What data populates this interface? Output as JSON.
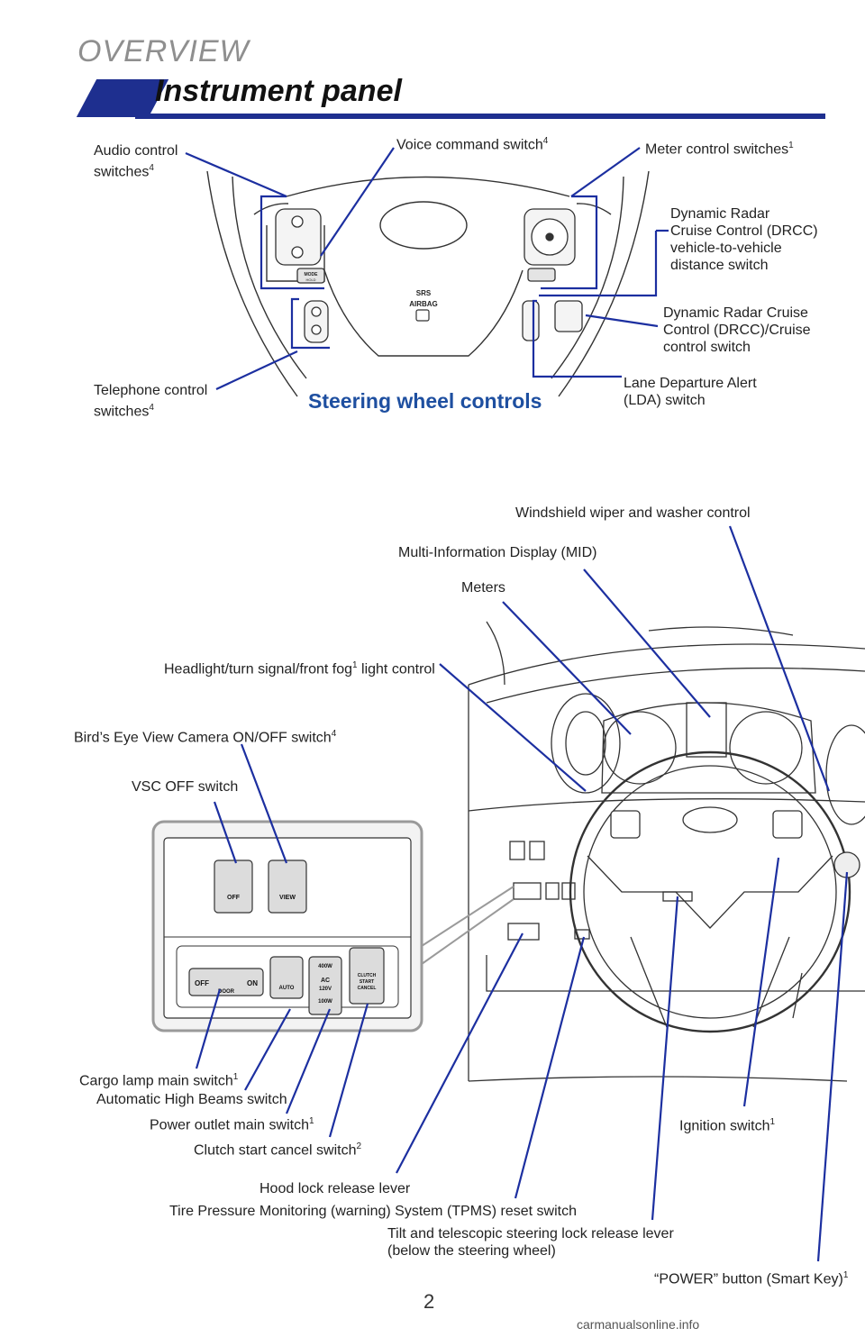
{
  "header": {
    "section": "OVERVIEW",
    "title": "Instrument panel"
  },
  "steering": {
    "heading": "Steering wheel controls",
    "audio": {
      "line1": "Audio control",
      "line2": "switches",
      "sup": "4"
    },
    "voice": {
      "text": "Voice command switch",
      "sup": "4"
    },
    "meter": {
      "text": "Meter control switches",
      "sup": "1"
    },
    "drcc_distance": {
      "line1": "Dynamic Radar",
      "line2": "Cruise Control (DRCC)",
      "line3": "vehicle-to-vehicle",
      "line4": "distance switch"
    },
    "drcc_cruise": {
      "line1": "Dynamic Radar Cruise",
      "line2": "Control (DRCC)/Cruise",
      "line3": "control switch"
    },
    "lda": {
      "line1": "Lane Departure Alert",
      "line2": "(LDA) switch"
    },
    "telephone": {
      "line1": "Telephone control",
      "line2": "switches",
      "sup": "4"
    },
    "wheel_text": {
      "mode": "MODE",
      "hold": "HOLD",
      "srs": "SRS",
      "airbag": "AIRBAG"
    }
  },
  "dash": {
    "wiper": "Windshield wiper and washer control",
    "mid": "Multi-Information Display (MID)",
    "meters": "Meters",
    "headlight": {
      "pre": "Headlight/turn signal/front fog",
      "sup": "1",
      "post": " light control"
    },
    "birdseye": {
      "text": "Bird’s Eye View Camera ON/OFF switch",
      "sup": "4"
    },
    "vsc": "VSC OFF switch",
    "cargo": {
      "text": "Cargo lamp main switch",
      "sup": "1"
    },
    "ahb": "Automatic High Beams switch",
    "power_outlet": {
      "text": "Power outlet main switch",
      "sup": "1"
    },
    "clutch": {
      "text": "Clutch start cancel switch",
      "sup": "2"
    },
    "hood": "Hood lock release lever",
    "tpms": "Tire Pressure Monitoring (warning) System (TPMS) reset switch",
    "tilt": {
      "line1": "Tilt and telescopic steering lock release lever",
      "line2": "(below the steering wheel)"
    },
    "ignition": {
      "text": "Ignition switch",
      "sup": "1"
    },
    "power_button": {
      "text": "“POWER” button (Smart Key)",
      "sup": "1"
    }
  },
  "panel_buttons": {
    "vsc_off": "OFF",
    "view": "VIEW",
    "off": "OFF",
    "on": "ON",
    "door": "DOOR",
    "auto": "AUTO",
    "w400": "400W",
    "ac": "AC",
    "v120": "120V",
    "w100": "100W",
    "clutch1": "CLUTCH",
    "clutch2": "START",
    "clutch3": "CANCEL"
  },
  "footer": {
    "page": "2",
    "watermark": "carmanualsonline.info"
  },
  "colors": {
    "accent": "#1e2f8f",
    "leader": "#1c2fa0",
    "subheading": "#1e4fa0"
  }
}
